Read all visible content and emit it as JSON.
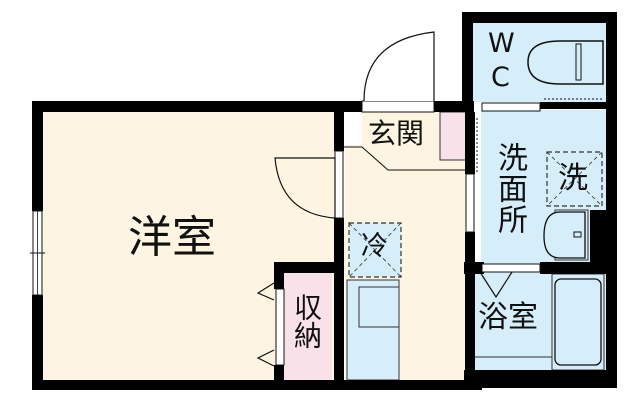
{
  "floorplan": {
    "colors": {
      "western_room": "#fdf5e1",
      "wet_area": "#d5eefa",
      "storage": "#f9e1ea",
      "wall": "#000000",
      "background": "#ffffff"
    },
    "rooms": {
      "western_room": {
        "label": "洋室"
      },
      "entrance": {
        "label": "玄関"
      },
      "toilet": {
        "label": "WC",
        "line1": "W",
        "line2": "C"
      },
      "washroom": {
        "label": "洗面所"
      },
      "washing_machine": {
        "label": "洗"
      },
      "refrigerator": {
        "label": "冷"
      },
      "storage": {
        "label": "収納"
      },
      "bathroom": {
        "label": "浴室"
      }
    }
  }
}
